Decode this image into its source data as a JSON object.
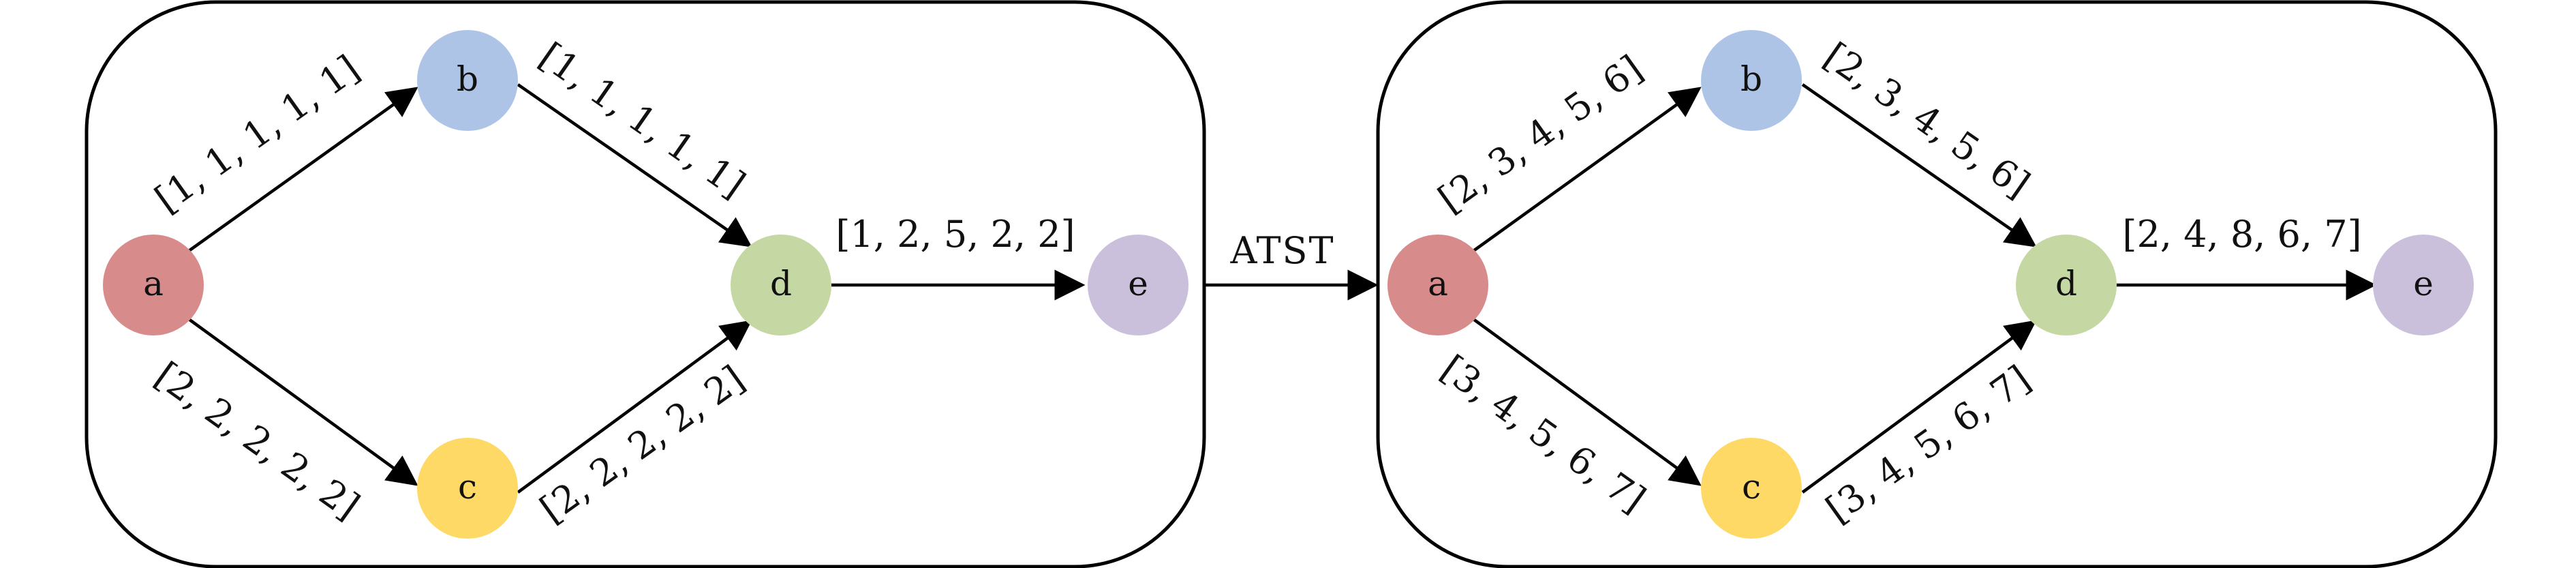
{
  "colors": {
    "node_a": "#d88b8b",
    "node_b": "#aec4e6",
    "node_c": "#fed966",
    "node_d": "#c5d8a4",
    "node_e": "#cbc0dc",
    "stroke": "#000000"
  },
  "transform_label": "ATST",
  "panels": [
    {
      "nodes": {
        "a": "a",
        "b": "b",
        "c": "c",
        "d": "d",
        "e": "e"
      },
      "edges": {
        "a_b": "[1, 1, 1, 1, 1]",
        "b_d": "[1, 1, 1, 1, 1]",
        "a_c": "[2, 2, 2, 2, 2]",
        "c_d": "[2, 2, 2, 2, 2]",
        "d_e": "[1, 2, 5, 2, 2]"
      }
    },
    {
      "nodes": {
        "a": "a",
        "b": "b",
        "c": "c",
        "d": "d",
        "e": "e"
      },
      "edges": {
        "a_b": "[2, 3, 4, 5, 6]",
        "b_d": "[2, 3, 4, 5, 6]",
        "a_c": "[3, 4, 5, 6, 7]",
        "c_d": "[3, 4, 5, 6, 7]",
        "d_e": "[2, 4, 8, 6, 7]"
      }
    }
  ]
}
